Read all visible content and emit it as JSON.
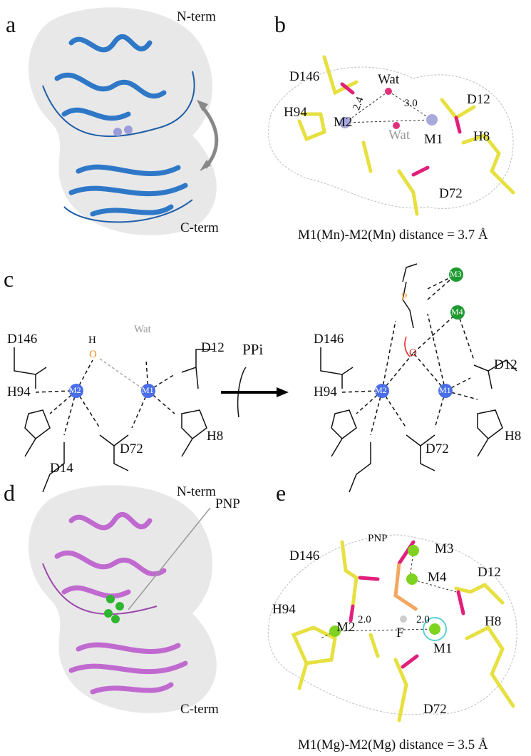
{
  "colors": {
    "panel_a_ribbon": "#2f78c8",
    "panel_d_ribbon": "#c06ad0",
    "metal_mn": "#4a6ee8",
    "metal_mg": "#1e9a30",
    "pp_orange": "#f08c1e",
    "stick_yellow": "#e6e040",
    "oxygen": "#e0207a",
    "nitrogen": "#2a7ad8",
    "mg_sphere": "#7ed321"
  },
  "panel_a": {
    "label": "a",
    "n_term": "N-term",
    "c_term": "C-term"
  },
  "panel_b": {
    "label": "b",
    "d146": "D146",
    "wat_top": "Wat",
    "d12": "D12",
    "h94": "H94",
    "m2": "M2",
    "wat_mid": "Wat",
    "m1": "M1",
    "h8": "H8",
    "d72": "D72",
    "dist_1": "2.4",
    "dist_2": "3.0",
    "caption": "M1(Mn)-M2(Mn)  distance = 3.7 Å"
  },
  "panel_c": {
    "label": "c",
    "left": {
      "d146": "D146",
      "wat": "Wat",
      "h": "H",
      "o_water": "O",
      "d12": "D12",
      "h94": "H94",
      "m2": "M2",
      "m1": "M1",
      "d14": "D14",
      "d72": "D72",
      "h8": "H8"
    },
    "arrow_label": "PPi",
    "right": {
      "d146": "D146",
      "m3": "M3",
      "m4": "M4",
      "d12": "D12",
      "h94": "H94",
      "m2": "M2",
      "m1": "M1",
      "d72": "D72",
      "h8": "H8",
      "o_bridge": "O",
      "p": "P"
    }
  },
  "panel_d": {
    "label": "d",
    "n_term": "N-term",
    "pnp": "PNP",
    "c_term": "C-term"
  },
  "panel_e": {
    "label": "e",
    "pnp": "PNP",
    "m3": "M3",
    "d146": "D146",
    "m4": "M4",
    "d12": "D12",
    "h94": "H94",
    "m2": "M2",
    "f": "F",
    "h8": "H8",
    "m1": "M1",
    "d72": "D72",
    "dist_1": "2.0",
    "dist_2": "2.0",
    "caption": "M1(Mg)-M2(Mg)  distance = 3.5 Å"
  }
}
